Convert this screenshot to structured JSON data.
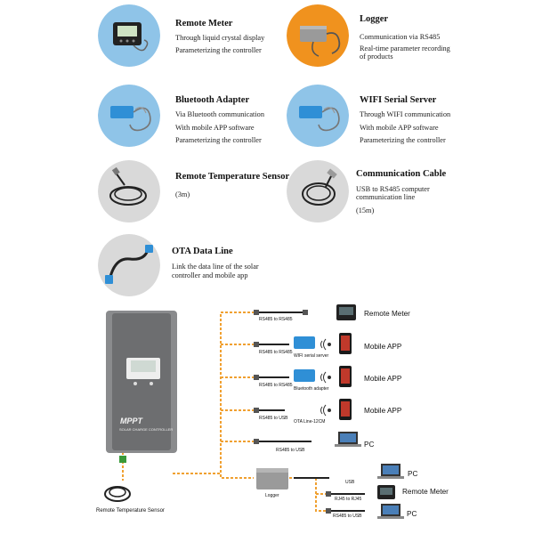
{
  "accessories": {
    "remote_meter": {
      "title": "Remote Meter",
      "lines": [
        "Through liquid crystal display",
        "Parameterizing the controller"
      ]
    },
    "logger": {
      "title": "Logger",
      "lines": [
        "Communication via RS485",
        "Real-time parameter recording",
        "of products"
      ]
    },
    "bluetooth": {
      "title": "Bluetooth Adapter",
      "lines": [
        "Via Bluetooth communication",
        "With mobile APP software",
        "Parameterizing the controller"
      ]
    },
    "wifi": {
      "title": "WIFI Serial Server",
      "lines": [
        "Through WIFI communication",
        "With mobile APP software",
        "Parameterizing the controller"
      ]
    },
    "temp_sensor": {
      "title": "Remote Temperature Sensor",
      "lines": [
        "(3m)"
      ]
    },
    "comm_cable": {
      "title": "Communication Cable",
      "lines": [
        "USB to RS485 computer",
        "communication line",
        "(15m)"
      ]
    },
    "ota": {
      "title": "OTA Data Line",
      "lines": [
        "Link the data line of the solar",
        "controller and mobile app"
      ]
    }
  },
  "diagram": {
    "controller": {
      "brand": "MPPT",
      "subtitle": "SOLAR CHARGE CONTROLLER"
    },
    "rows": [
      {
        "cable": "RS485 to RS485",
        "device": "Remote Meter"
      },
      {
        "cable": "RS485 to RS485",
        "module": "WIFI serial server",
        "device": "Mobile APP"
      },
      {
        "cable": "RS485 to RS485",
        "module": "Bluetooth adapter",
        "device": "Mobile APP"
      },
      {
        "cable": "RS485 to USB",
        "module": "OTA Line-12CM",
        "device": "Mobile APP"
      },
      {
        "cable": "RS485 to USB",
        "device": "PC"
      }
    ],
    "logger": {
      "label": "Logger",
      "branches": [
        {
          "cable": "USB",
          "device": "PC"
        },
        {
          "cable": "RJ45 to RJ45",
          "device": "Remote Meter"
        },
        {
          "cable": "RS485 to USB",
          "device": "PC"
        }
      ]
    },
    "temp_sensor_label": "Remote Temperature Sensor"
  },
  "colors": {
    "wire": "#f0a030",
    "controller": "#6d6e70",
    "module_blue": "#2f8fd6",
    "circle_bg": "#8fc4e8",
    "orange_bg": "#f0921e"
  }
}
